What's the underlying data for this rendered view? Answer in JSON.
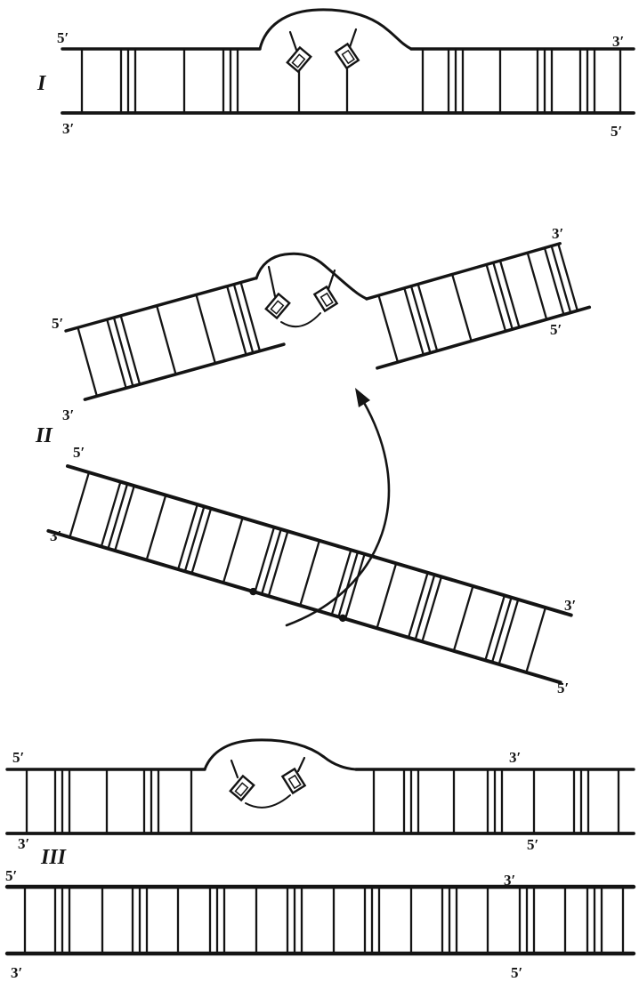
{
  "colors": {
    "ink": "#141414",
    "background": "#ffffff"
  },
  "panels": {
    "stage1": {
      "numeral": "I",
      "duplex": {
        "top_left": "5′",
        "top_right": "3′",
        "bottom_left": "3′",
        "bottom_right": "5′"
      }
    },
    "stage2": {
      "numeral": "II",
      "upper_left_segment": {
        "top": "5′",
        "bottom": "3′"
      },
      "upper_right_segment": {
        "top": "3′",
        "bottom": "5′"
      },
      "donor_duplex": {
        "top_left": "5′",
        "bottom_left": "3′",
        "top_right": "3′",
        "bottom_right": "5′"
      }
    },
    "stage3": {
      "numeral": "III",
      "upper_duplex": {
        "top_left": "5′",
        "top_right": "3′",
        "bottom_left": "3′",
        "bottom_right": "5′"
      },
      "lower_duplex": {
        "top_left": "5′",
        "top_right": "3′",
        "bottom_left": "3′",
        "bottom_right": "5′"
      }
    }
  }
}
